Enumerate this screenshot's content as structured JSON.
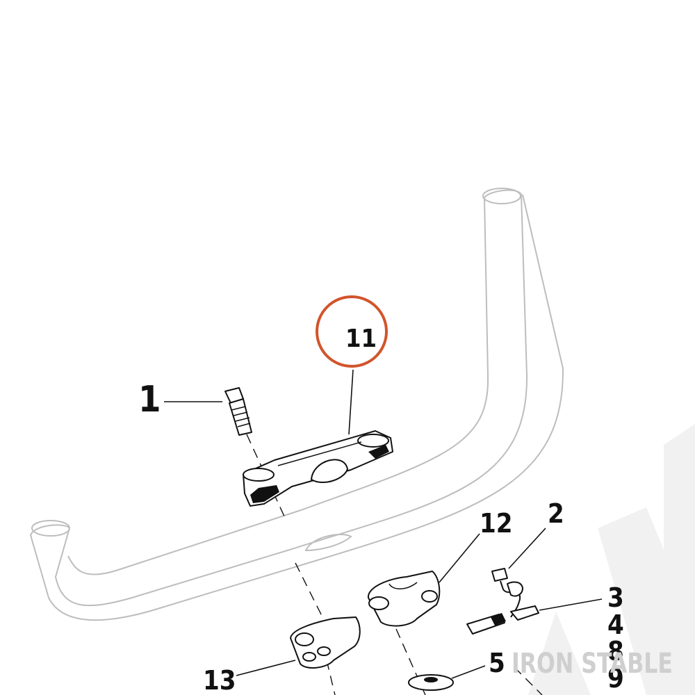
{
  "callouts": {
    "c1": "1",
    "c2": "2",
    "c3": "3",
    "c4": "4",
    "c5": "5",
    "c8": "8",
    "c9": "9",
    "c11": "11",
    "c12": "12",
    "c13": "13"
  },
  "watermark": "IRON STABLE",
  "colors": {
    "highlight_circle": "#d2542b",
    "handlebar_outline": "#bdbdbd",
    "watermark": "#cfcfcf"
  }
}
